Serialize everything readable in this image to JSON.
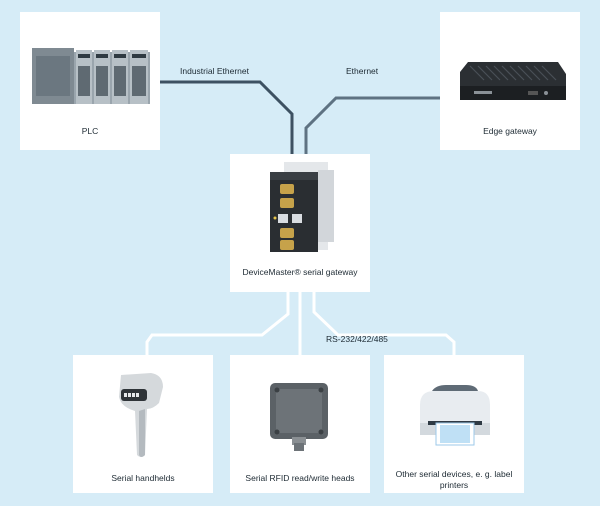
{
  "nodes": {
    "plc": {
      "label": "PLC"
    },
    "edge": {
      "label": "Edge gateway"
    },
    "gateway": {
      "label": "DeviceMaster® serial gateway"
    },
    "handheld": {
      "label": "Serial handhelds"
    },
    "rfid": {
      "label": "Serial RFID read/write heads"
    },
    "other": {
      "label": "Other serial devices, e. g. label printers"
    }
  },
  "connections": {
    "industrial_ethernet": "Industrial Ethernet",
    "ethernet": "Ethernet",
    "serial": "RS-232/422/485"
  },
  "colors": {
    "background": "#d6ecf7",
    "card": "#ffffff",
    "line_dark": "#3d5162",
    "line_light": "#ffffff"
  }
}
